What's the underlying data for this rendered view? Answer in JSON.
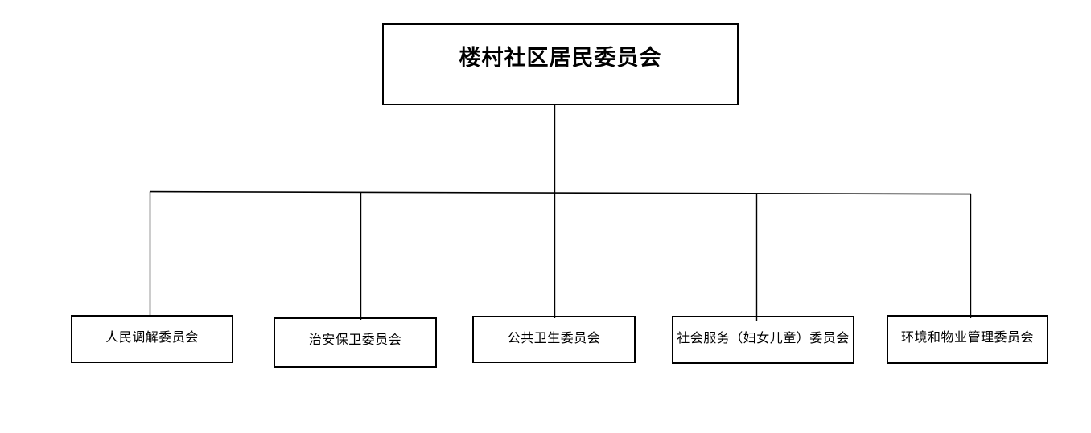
{
  "diagram": {
    "type": "org-chart",
    "root": {
      "label": "楼村社区居民委员会"
    },
    "children": [
      {
        "label": "人民调解委员会"
      },
      {
        "label": "治安保卫委员会"
      },
      {
        "label": "公共卫生委员会"
      },
      {
        "label": "社会服务（妇女儿童）委员会"
      },
      {
        "label": "环境和物业管理委员会"
      }
    ],
    "colors": {
      "background": "#ffffff",
      "border": "#000000",
      "line": "#000000",
      "text": "#000000"
    }
  }
}
